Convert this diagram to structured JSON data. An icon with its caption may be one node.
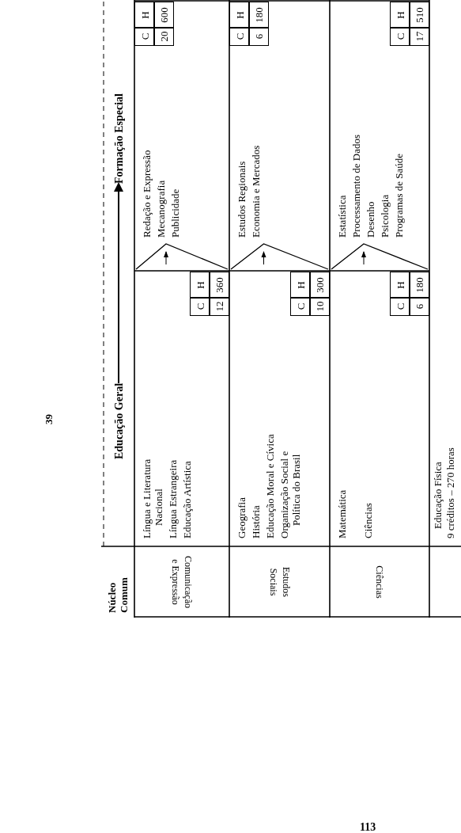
{
  "diagram": {
    "nodes": [
      {
        "text": [
          "Educação Geral"
        ]
      },
      {
        "text": [
          "Formação Especial"
        ]
      }
    ],
    "edges": [
      {
        "from": 0,
        "to": 1,
        "arrow": "to"
      }
    ],
    "labels": [
      "39",
      "Núcleo Comum",
      "Comunicação e Expressão",
      "Língua e Literatura Nacional",
      "Língua Estrangeira",
      "Educação Artística",
      "C",
      "H",
      "12",
      "360",
      "Redação e Expressão",
      "Mecanografia",
      "Publicidade",
      "C",
      "H",
      "20",
      "600",
      "Estudos Sociais",
      "Geografia",
      "História",
      "Educação Moral e Cívica",
      "Organização Social e Política do Brasil",
      "C",
      "H",
      "10",
      "300",
      "Estudos Regionais",
      "Economia e Mercados",
      "C",
      "H",
      "6",
      "180",
      "Ciências",
      "Matemática",
      "Ciências",
      "C",
      "H",
      "6",
      "180",
      "Estatística",
      "Processamento de Dados",
      "Desenho",
      "Psicologia",
      "Programas de Saúde",
      "C",
      "H",
      "17",
      "510",
      "Educação Física",
      "9 créditos – 270 horas",
      "113"
    ]
  }
}
